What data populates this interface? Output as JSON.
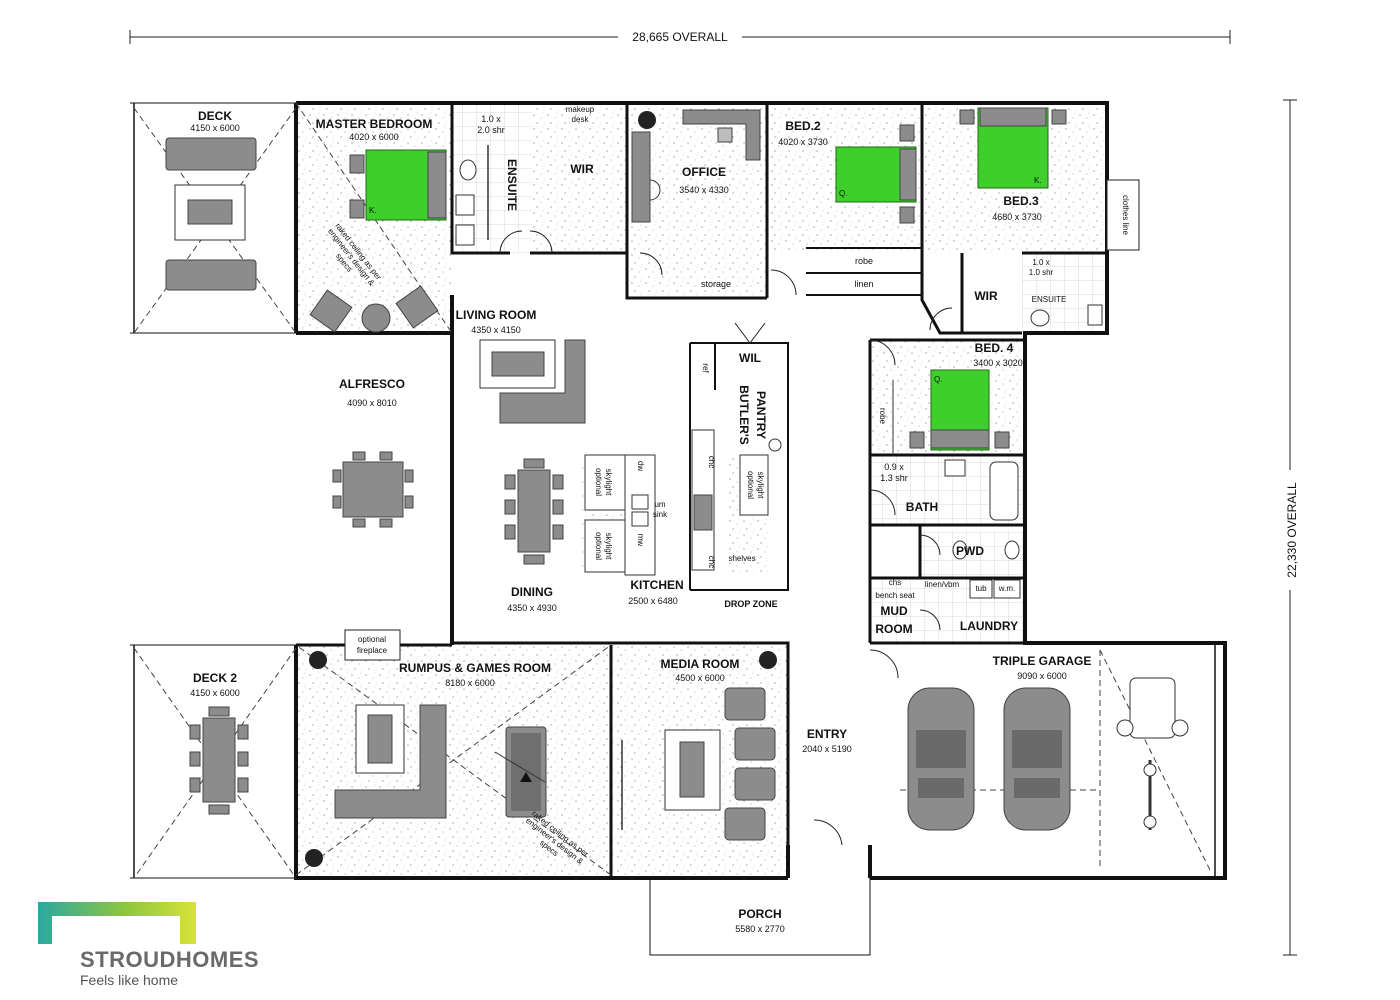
{
  "dimensions": {
    "overall_width": "28,665 OVERALL",
    "overall_depth": "22,330 OVERALL"
  },
  "rooms": {
    "deck": {
      "name": "DECK",
      "size": "4150 x 6000"
    },
    "master_bedroom": {
      "name": "MASTER BEDROOM",
      "size": "4020 x 6000"
    },
    "master_note": {
      "line1": "raked ceiling as per",
      "line2": "engineer's design &",
      "line3": "specs"
    },
    "ensuite_shower": {
      "line1": "1.0 x",
      "line2": "2.0 shr"
    },
    "ensuite": {
      "name": "ENSUITE"
    },
    "makeup_desk": {
      "line1": "makeup",
      "line2": "desk"
    },
    "wir": {
      "name": "WIR"
    },
    "office": {
      "name": "OFFICE",
      "size": "3540 x 4330"
    },
    "storage": {
      "name": "storage"
    },
    "bed2": {
      "name": "BED.2",
      "size": "4020 x 3730",
      "bed_mark": "Q."
    },
    "robe": {
      "name": "robe"
    },
    "linen": {
      "name": "linen"
    },
    "bed3": {
      "name": "BED.3",
      "size": "4680 x 3730",
      "bed_mark": "K."
    },
    "clothes_line": {
      "name": "clothes line"
    },
    "wir2": {
      "name": "WIR"
    },
    "ensuite2_shower": {
      "line1": "1.0 x",
      "line2": "1.0 shr"
    },
    "ensuite2": {
      "name": "ENSUITE"
    },
    "living_room": {
      "name": "LIVING ROOM",
      "size": "4350 x 4150"
    },
    "alfresco": {
      "name": "ALFRESCO",
      "size": "4090 x 8010"
    },
    "wil": {
      "name": "WIL"
    },
    "ref": {
      "name": "ref"
    },
    "butlers_pantry": {
      "line1": "BUTLER'S",
      "line2": "PANTRY"
    },
    "skylight_a": {
      "line1": "optional",
      "line2": "skylight"
    },
    "skylight_b": {
      "line1": "optional",
      "line2": "skylight"
    },
    "skylight_c": {
      "line1": "optional",
      "line2": "skylight"
    },
    "dw": {
      "name": "dw"
    },
    "um_sink": {
      "line1": "um",
      "line2": "sink"
    },
    "mw": {
      "name": "mw"
    },
    "chc1": {
      "name": "chc"
    },
    "chc2": {
      "name": "chc"
    },
    "shelves": {
      "name": "shelves"
    },
    "dining": {
      "name": "DINING",
      "size": "4350 x 4930"
    },
    "kitchen": {
      "name": "KITCHEN",
      "size": "2500 x 6480"
    },
    "drop_zone": {
      "name": "DROP ZONE"
    },
    "bed4": {
      "name": "BED. 4",
      "size": "3400 x 3020",
      "bed_mark": "Q."
    },
    "robe2": {
      "name": "robe"
    },
    "bath_shower": {
      "line1": "0.9 x",
      "line2": "1.3 shr"
    },
    "bath": {
      "name": "BATH"
    },
    "pwd": {
      "name": "PWD"
    },
    "chs": {
      "name": "chs"
    },
    "bench_seat": {
      "name": "bench seat"
    },
    "linen_vbm": {
      "name": "linen/vbm"
    },
    "tub": {
      "name": "tub"
    },
    "wm": {
      "name": "w.m."
    },
    "mud_room": {
      "line1": "MUD",
      "line2": "ROOM"
    },
    "laundry": {
      "name": "LAUNDRY"
    },
    "optional_fireplace": {
      "line1": "optional",
      "line2": "fireplace"
    },
    "deck2": {
      "name": "DECK 2",
      "size": "4150 x 6000"
    },
    "rumpus": {
      "name": "RUMPUS & GAMES ROOM",
      "size": "8180 x 6000"
    },
    "rumpus_note": {
      "line1": "raked ceiling as per",
      "line2": "engineer's design &",
      "line3": "specs"
    },
    "media_room": {
      "name": "MEDIA ROOM",
      "size": "4500 x 6000"
    },
    "entry": {
      "name": "ENTRY",
      "size": "2040 x 5190"
    },
    "triple_garage": {
      "name": "TRIPLE GARAGE",
      "size": "9090 x 6000"
    },
    "porch": {
      "name": "PORCH",
      "size": "5580 x 2770"
    }
  },
  "brand": {
    "name": "STROUDHOMES",
    "tagline": "Feels like home",
    "colors": {
      "accent_green": "#8dc63f",
      "accent_teal": "#2aa8a0",
      "text_grey": "#6a6a6a"
    }
  },
  "colors": {
    "bed_green": "#3ecf2c",
    "furniture_grey": "#8c8c8c",
    "wall": "#111111"
  }
}
